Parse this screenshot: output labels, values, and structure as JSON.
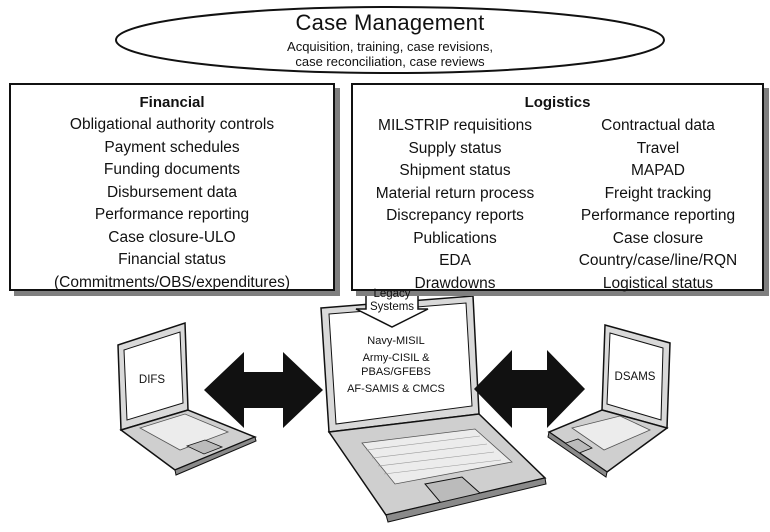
{
  "case_management": {
    "title": "Case Management",
    "subtitle_line1": "Acquisition, training, case revisions,",
    "subtitle_line2": "case reconciliation, case reviews"
  },
  "financial": {
    "title": "Financial",
    "items": [
      "Obligational authority controls",
      "Payment schedules",
      "Funding documents",
      "Disbursement data",
      "Performance reporting",
      "Case closure-ULO",
      "Financial status",
      "(Commitments/OBS/expenditures)"
    ]
  },
  "logistics": {
    "title": "Logistics",
    "left_items": [
      "MILSTRIP requisitions",
      "Supply status",
      "Shipment status",
      "Material return process",
      "Discrepancy reports",
      "Publications",
      "EDA",
      "Drawdowns"
    ],
    "right_items": [
      "Contractual data",
      "Travel",
      "MAPAD",
      "Freight tracking",
      "Performance reporting",
      "Case closure",
      "Country/case/line/RQN",
      "Logistical status"
    ]
  },
  "legacy": {
    "label_line1": "Legacy",
    "label_line2": "Systems",
    "systems": [
      "Navy-MISIL",
      "Army-CISIL &",
      "PBAS/GFEBS",
      "AF-SAMIS & CMCS"
    ]
  },
  "laptops": {
    "left": "DIFS",
    "right": "DSAMS"
  }
}
